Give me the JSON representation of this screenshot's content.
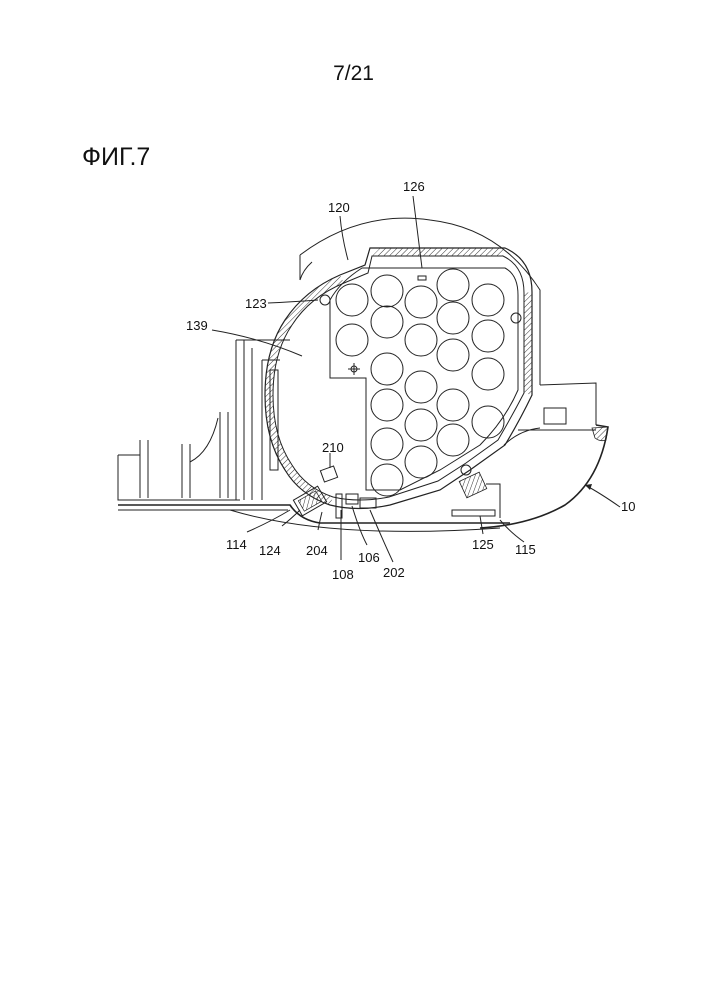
{
  "page_number": "7/21",
  "figure_title": "ФИГ.7",
  "labels": {
    "l126": "126",
    "l120": "120",
    "l123": "123",
    "l139": "139",
    "l210": "210",
    "l10": "10",
    "l114": "114",
    "l124": "124",
    "l204": "204",
    "l108": "108",
    "l106": "106",
    "l202": "202",
    "l125": "125",
    "l115": "115"
  }
}
